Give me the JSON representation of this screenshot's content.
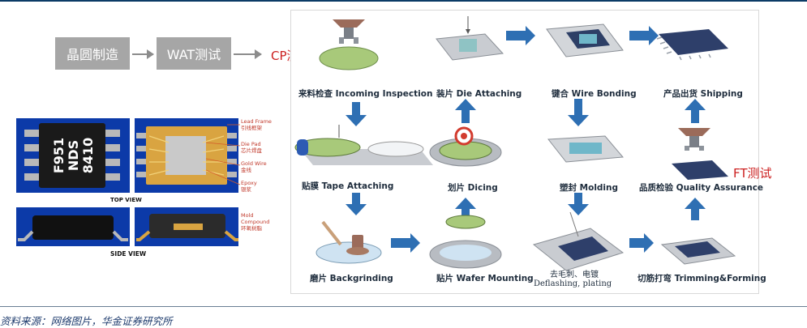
{
  "left_flow": {
    "step1": "晶圆制造",
    "step2": "WAT测试",
    "cp_label": "CP测试"
  },
  "chip_photos": {
    "chip_marking": [
      "F951",
      "NDS",
      "8410"
    ],
    "top_view": "TOP VIEW",
    "side_view": "SIDE VIEW",
    "tags": {
      "lead_frame": "Lead Frame",
      "lead_frame_cn": "引线框架",
      "die_pad": "Die Pad",
      "die_pad_cn": "芯片焊盘",
      "gold_wire": "Gold Wire",
      "gold_wire_cn": "金线",
      "epoxy": "Epoxy",
      "epoxy_cn": "银浆",
      "mold_compound": "Mold",
      "mold_compound2": "Compound",
      "mold_cn": "环氧树脂"
    }
  },
  "process_steps": {
    "incoming": "来料检查 Incoming Inspection",
    "die_attaching": "装片 Die Attaching",
    "wire_bonding": "键合 Wire Bonding",
    "shipping": "产品出货 Shipping",
    "tape_attaching": "贴膜 Tape Attaching",
    "dicing": "划片 Dicing",
    "molding": "塑封 Molding",
    "qa": "品质检验 Quality Assurance",
    "backgrinding": "磨片 Backgrinding",
    "wafer_mounting": "贴片 Wafer Mounting",
    "deflashing_cn": "去毛刺、电镀",
    "deflashing_en": "Deflashing, plating",
    "trimming": "切筋打弯 Trimming&Forming"
  },
  "ft_label": "FT测试",
  "footer": "资料来源：网络图片，华金证券研究所",
  "colors": {
    "arrow_blue": "#2e6fb3",
    "red_label": "#cc1f1f",
    "proc_gray": "#a6a6a6"
  }
}
